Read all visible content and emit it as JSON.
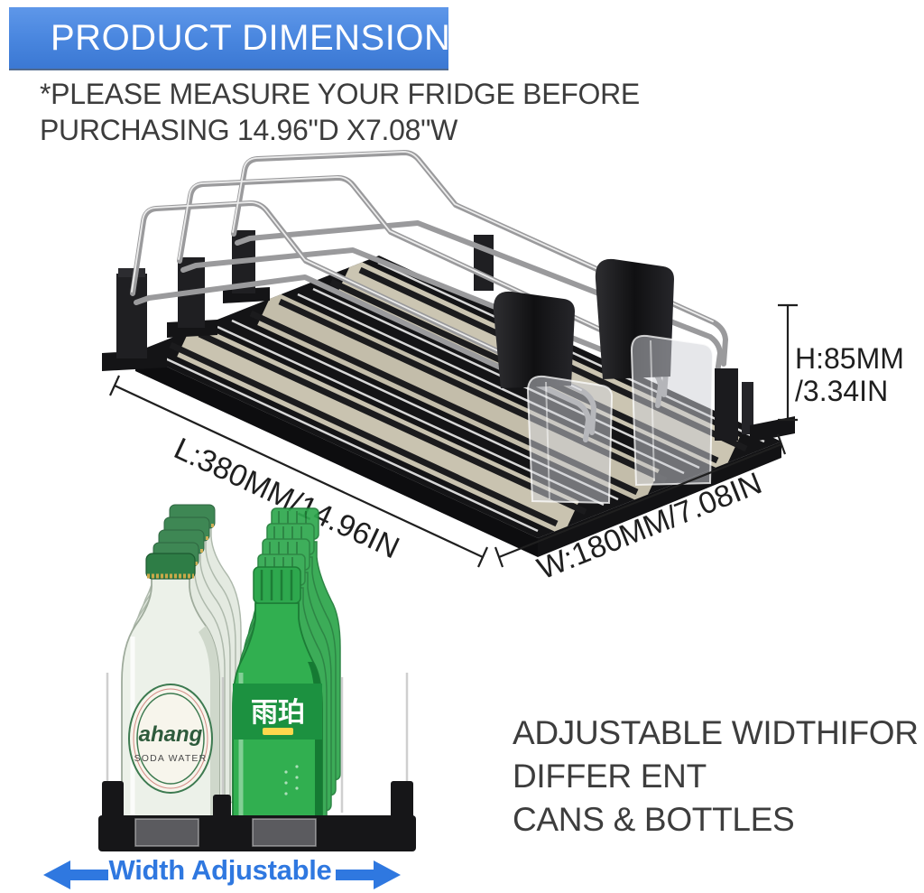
{
  "banner": {
    "title": "PRODUCT DIMENSION",
    "bg_top_color": "#5e97e9",
    "bg_bottom_color": "#3b78d3",
    "text_color": "#ffffff"
  },
  "notice": {
    "line1": "*PLEASE MEASURE YOUR FRIDGE BEFORE",
    "line2": "PURCHASING 14.96\"D X7.08\"W"
  },
  "product_diagram": {
    "length_label": "L:380MM/14.96IN",
    "width_label": "W:180MM/7.08IN",
    "height_label_line1": "H:85MM",
    "height_label_line2": "/3.34IN",
    "dimension_line_color": "#1f1f1f"
  },
  "bottles_photo": {
    "glass_bottle_brand": "ahang",
    "glass_bottle_subtitle": "SODA WATER",
    "green_bottle_label": "雨珀"
  },
  "width_adjustable": {
    "label": "Width Adjustable",
    "accent_color": "#2f78e0"
  },
  "feature_text": {
    "line1": "ADJUSTABLE WIDTHIFOR",
    "line2": "DIFFER ENT",
    "line3": "CANS & BOTTLES"
  }
}
